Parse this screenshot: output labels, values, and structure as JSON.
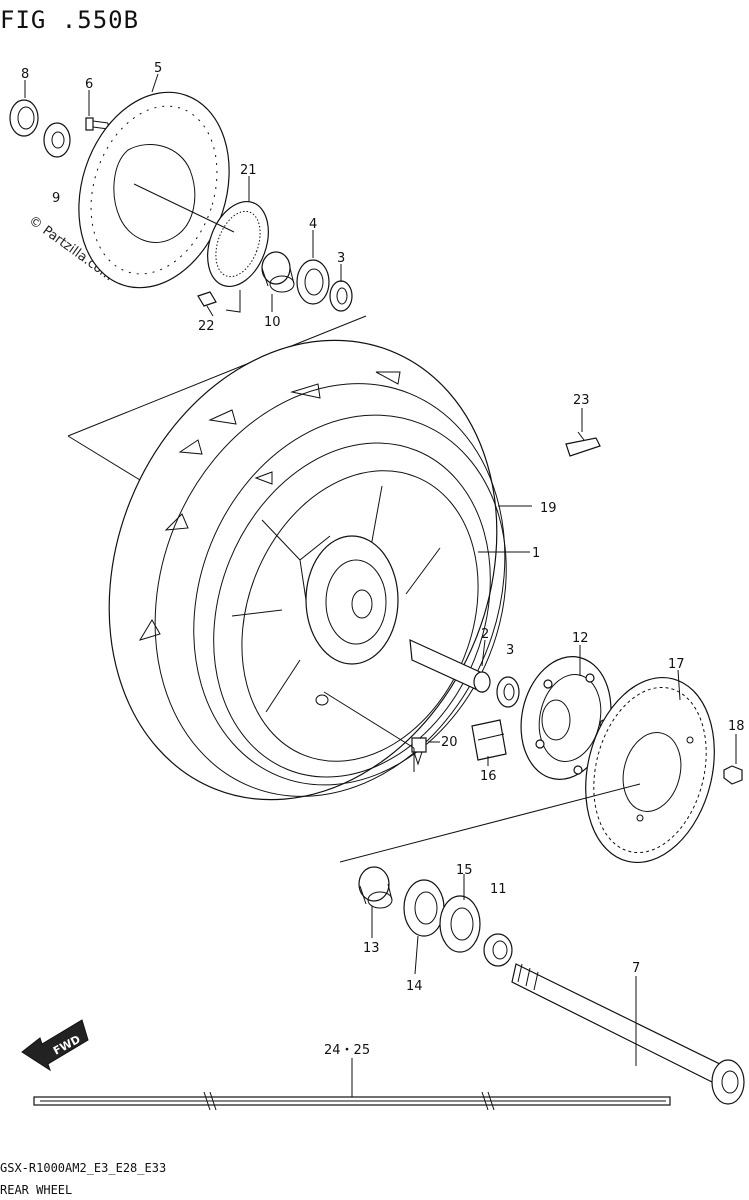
{
  "header": {
    "figure_id": "FIG .550B"
  },
  "watermark": {
    "text": "© Partzilla.com"
  },
  "footer": {
    "model_code": "GSX-R1000AM2_E3_E28_E33",
    "title": "REAR WHEEL"
  },
  "fwd_badge": {
    "text": "FWD"
  },
  "callouts": [
    {
      "id": "c8",
      "text": "8"
    },
    {
      "id": "c6",
      "text": "6"
    },
    {
      "id": "c5",
      "text": "5"
    },
    {
      "id": "c9",
      "text": "9"
    },
    {
      "id": "c21",
      "text": "21"
    },
    {
      "id": "c4",
      "text": "4"
    },
    {
      "id": "c3a",
      "text": "3"
    },
    {
      "id": "c22",
      "text": "22"
    },
    {
      "id": "c10",
      "text": "10"
    },
    {
      "id": "c23",
      "text": "23"
    },
    {
      "id": "c19",
      "text": "19"
    },
    {
      "id": "c1",
      "text": "1"
    },
    {
      "id": "c2",
      "text": "2"
    },
    {
      "id": "c3b",
      "text": "3"
    },
    {
      "id": "c12",
      "text": "12"
    },
    {
      "id": "c17",
      "text": "17"
    },
    {
      "id": "c18",
      "text": "18"
    },
    {
      "id": "c20",
      "text": "20"
    },
    {
      "id": "c16",
      "text": "16"
    },
    {
      "id": "c15",
      "text": "15"
    },
    {
      "id": "c11",
      "text": "11"
    },
    {
      "id": "c13",
      "text": "13"
    },
    {
      "id": "c14",
      "text": "14"
    },
    {
      "id": "c7",
      "text": "7"
    },
    {
      "id": "c2425",
      "text": "24・25"
    }
  ]
}
